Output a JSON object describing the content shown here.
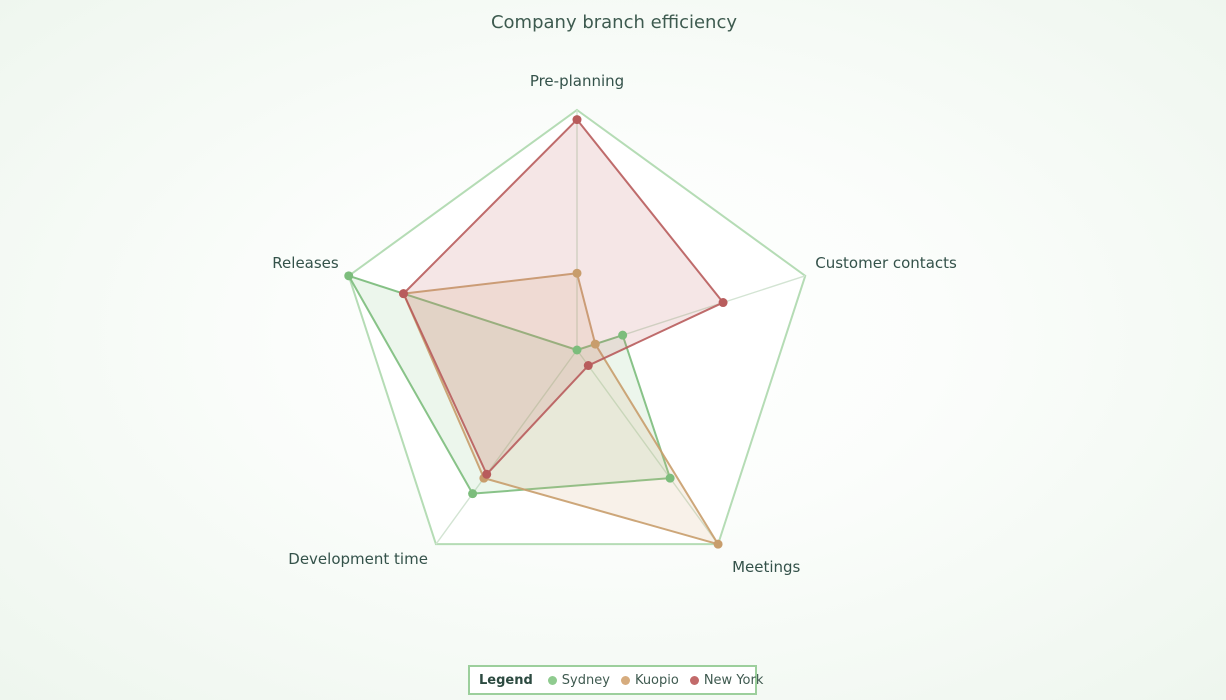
{
  "chart_data": {
    "type": "radar",
    "title": "Company branch efficiency",
    "categories": [
      "Pre-planning",
      "Customer contacts",
      "Meetings",
      "Development time",
      "Releases"
    ],
    "rmax": 5,
    "grid_levels": [
      1,
      2,
      3,
      4,
      5
    ],
    "grid": true,
    "legend_placement": "bottom",
    "series": [
      {
        "name": "Sydney",
        "values": [
          0.0,
          1.0,
          3.3,
          3.7,
          5.0
        ],
        "color": "#8fcb8f",
        "line": "#7cbd7c"
      },
      {
        "name": "Kuopio",
        "values": [
          1.6,
          0.4,
          5.0,
          3.3,
          3.8
        ],
        "color": "#d6ac7e",
        "line": "#c89d6c"
      },
      {
        "name": "New York",
        "values": [
          4.8,
          3.2,
          0.4,
          3.2,
          3.8
        ],
        "color": "#c26a6a",
        "line": "#b85c5c"
      }
    ]
  },
  "legend": {
    "title": "Legend"
  }
}
